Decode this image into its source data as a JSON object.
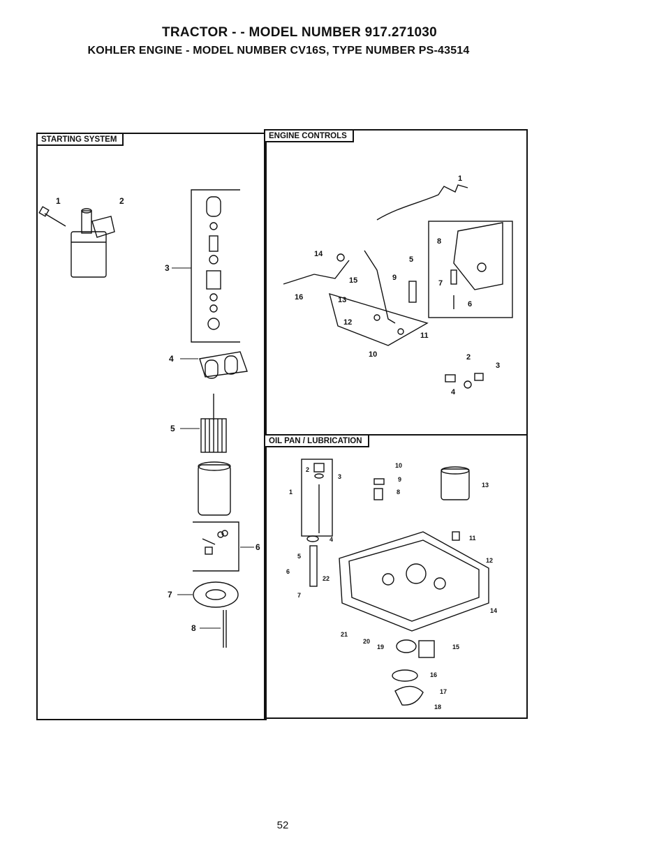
{
  "header": {
    "title": "TRACTOR - - MODEL NUMBER 917.271030",
    "subtitle": "KOHLER ENGINE - MODEL NUMBER CV16S, TYPE NUMBER PS-43514"
  },
  "panels": {
    "starting_system": {
      "title": "STARTING SYSTEM",
      "callouts": [
        "1",
        "2",
        "3",
        "4",
        "5",
        "6",
        "7",
        "8"
      ]
    },
    "engine_controls": {
      "title": "ENGINE CONTROLS",
      "callouts": [
        "1",
        "2",
        "3",
        "4",
        "5",
        "6",
        "7",
        "8",
        "9",
        "10",
        "11",
        "12",
        "13",
        "14",
        "15",
        "16"
      ]
    },
    "oil_pan": {
      "title": "OIL PAN / LUBRICATION",
      "callouts": [
        "1",
        "2",
        "3",
        "4",
        "5",
        "6",
        "7",
        "8",
        "9",
        "10",
        "11",
        "12",
        "13",
        "14",
        "15",
        "16",
        "17",
        "18",
        "19",
        "20",
        "21",
        "22"
      ]
    }
  },
  "footer": {
    "page_number": "52"
  }
}
